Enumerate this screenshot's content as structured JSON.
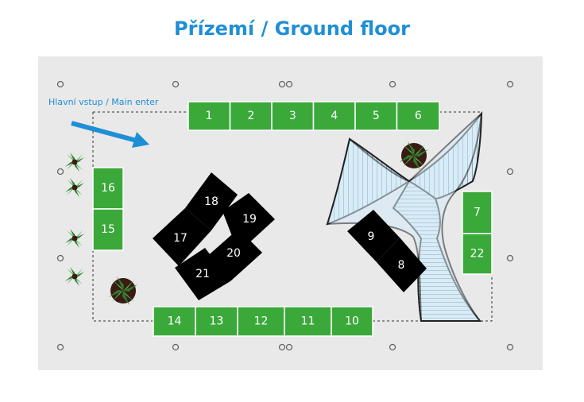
{
  "title": "Přízemí / Ground floor",
  "entrance_label": "Hlavní vstup / Main enter",
  "colors": {
    "title": "#1e8fd6",
    "floor": "#e9e9e9",
    "booth": "#3aa93a",
    "stairs": "#d6ecf8",
    "arrow": "#1e8fd6"
  },
  "booths": [
    "1",
    "2",
    "3",
    "4",
    "5",
    "6",
    "7",
    "8",
    "9",
    "10",
    "11",
    "12",
    "13",
    "14",
    "15",
    "16",
    "17",
    "18",
    "19",
    "20",
    "21",
    "22"
  ],
  "icons": [
    "plant-icon",
    "pillar-icon",
    "entrance-arrow-icon"
  ]
}
